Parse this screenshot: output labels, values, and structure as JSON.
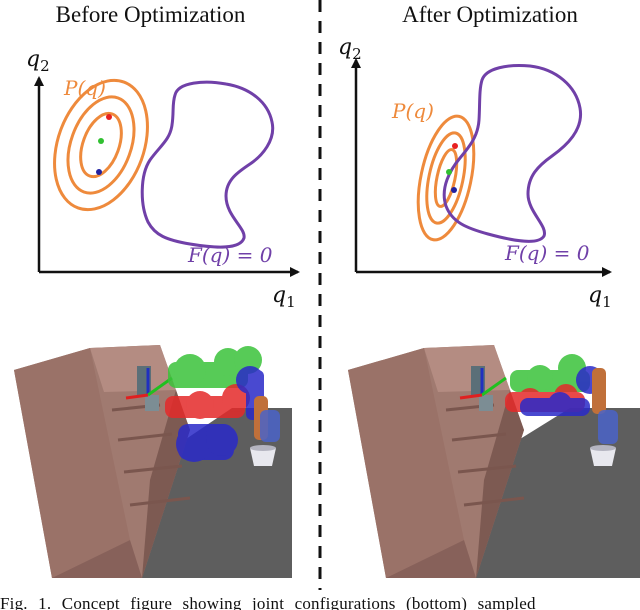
{
  "panels": {
    "left": {
      "title": "Before Optimization",
      "axis_x_label": "q1",
      "axis_y_label": "q2",
      "distribution_label": "P(q)",
      "constraint_label": "F(q) = 0"
    },
    "right": {
      "title": "After Optimization",
      "axis_x_label": "q1",
      "axis_y_label": "q2",
      "distribution_label": "P(q)",
      "constraint_label": "F(q) = 0"
    }
  },
  "caption": "Fig. 1.    Concept figure showing joint configurations (bottom) sampled",
  "colors": {
    "distribution": "#ee8a3c",
    "constraint": "#7040a8",
    "point_red": "#e82020",
    "point_green": "#30c030",
    "point_blue": "#2020a0",
    "shelf": "#a07a70",
    "floor": "#5e5e5e",
    "divider": "#111111"
  }
}
